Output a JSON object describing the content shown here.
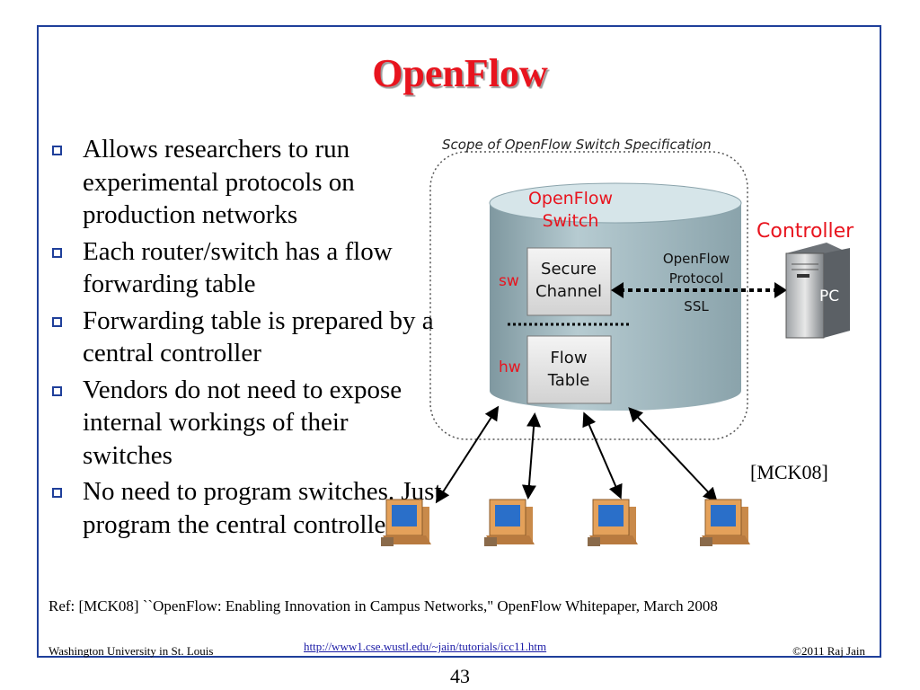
{
  "title": "OpenFlow",
  "bullets": [
    "Allows researchers to run experimental protocols on production networks",
    "Each router/switch has a flow forwarding table",
    "Forwarding table is prepared by a central controller",
    "Vendors do not need to expose internal workings of their switches",
    "No need to program switches. Just program the central controller."
  ],
  "diagram": {
    "scope_label": "Scope of OpenFlow Switch Specification",
    "switch_label_1": "OpenFlow",
    "switch_label_2": "Switch",
    "sw_label": "sw",
    "hw_label": "hw",
    "secure_1": "Secure",
    "secure_2": "Channel",
    "flow_1": "Flow",
    "flow_2": "Table",
    "protocol_1": "OpenFlow",
    "protocol_2": "Protocol",
    "protocol_3": "SSL",
    "controller_label": "Controller",
    "pc_label": "PC",
    "accent_red": "#e8141e",
    "cylinder_color": "#9fb6bd"
  },
  "citation": "[MCK08]",
  "reference": "Ref: [MCK08] ``OpenFlow: Enabling Innovation in Campus Networks,\" OpenFlow Whitepaper, March 2008",
  "footer": {
    "institution": "Washington University in St. Louis",
    "link": "http://www1.cse.wustl.edu/~jain/tutorials/icc11.htm",
    "copyright": "©2011 Raj Jain"
  },
  "page_number": "43"
}
